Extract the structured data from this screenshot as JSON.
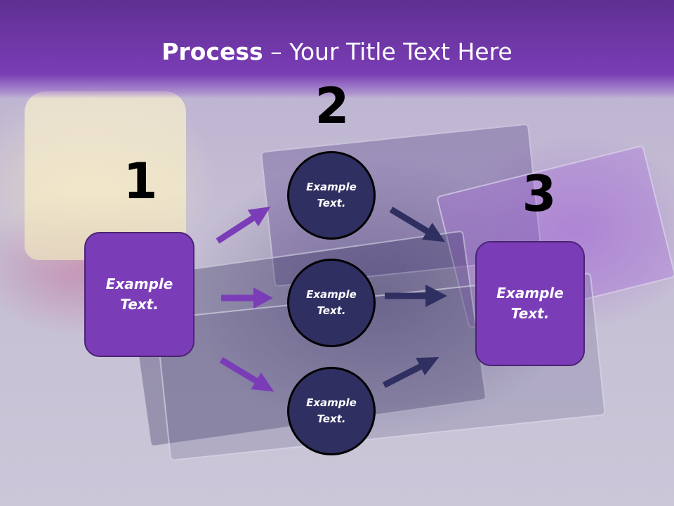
{
  "slide": {
    "title_bold": "Process",
    "title_rest": " – Your Title Text Here"
  },
  "steps": {
    "number_1": "1",
    "number_2": "2",
    "number_3": "3"
  },
  "boxes": {
    "left_text": "Example Text.",
    "right_text": "Example Text."
  },
  "circles": {
    "top_text": "Example Text.",
    "middle_text": "Example Text.",
    "bottom_text": "Example Text."
  },
  "colors": {
    "title_band": "#7a3db5",
    "box_fill": "#7a3db7",
    "circle_fill": "#2f2f62",
    "arrow_purple": "#7a3db7",
    "arrow_navy": "#2f2f62"
  },
  "icons": {
    "arrow": "arrow-right-icon"
  }
}
